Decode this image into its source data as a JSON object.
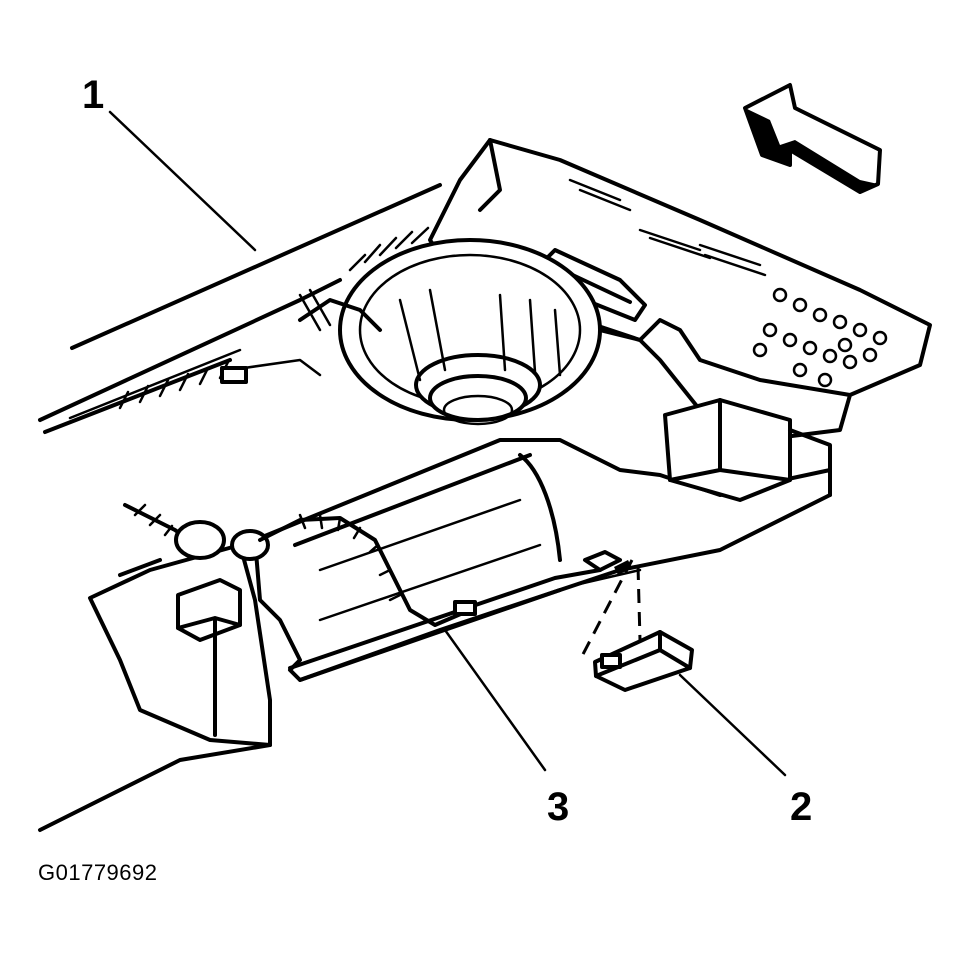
{
  "diagram": {
    "callouts": [
      {
        "id": "1",
        "label": "1"
      },
      {
        "id": "2",
        "label": "2"
      },
      {
        "id": "3",
        "label": "3"
      }
    ],
    "figure_id": "G01779692",
    "colors": {
      "ink": "#000000",
      "paper": "#ffffff"
    },
    "icons": [
      "direction-arrow-icon"
    ]
  }
}
